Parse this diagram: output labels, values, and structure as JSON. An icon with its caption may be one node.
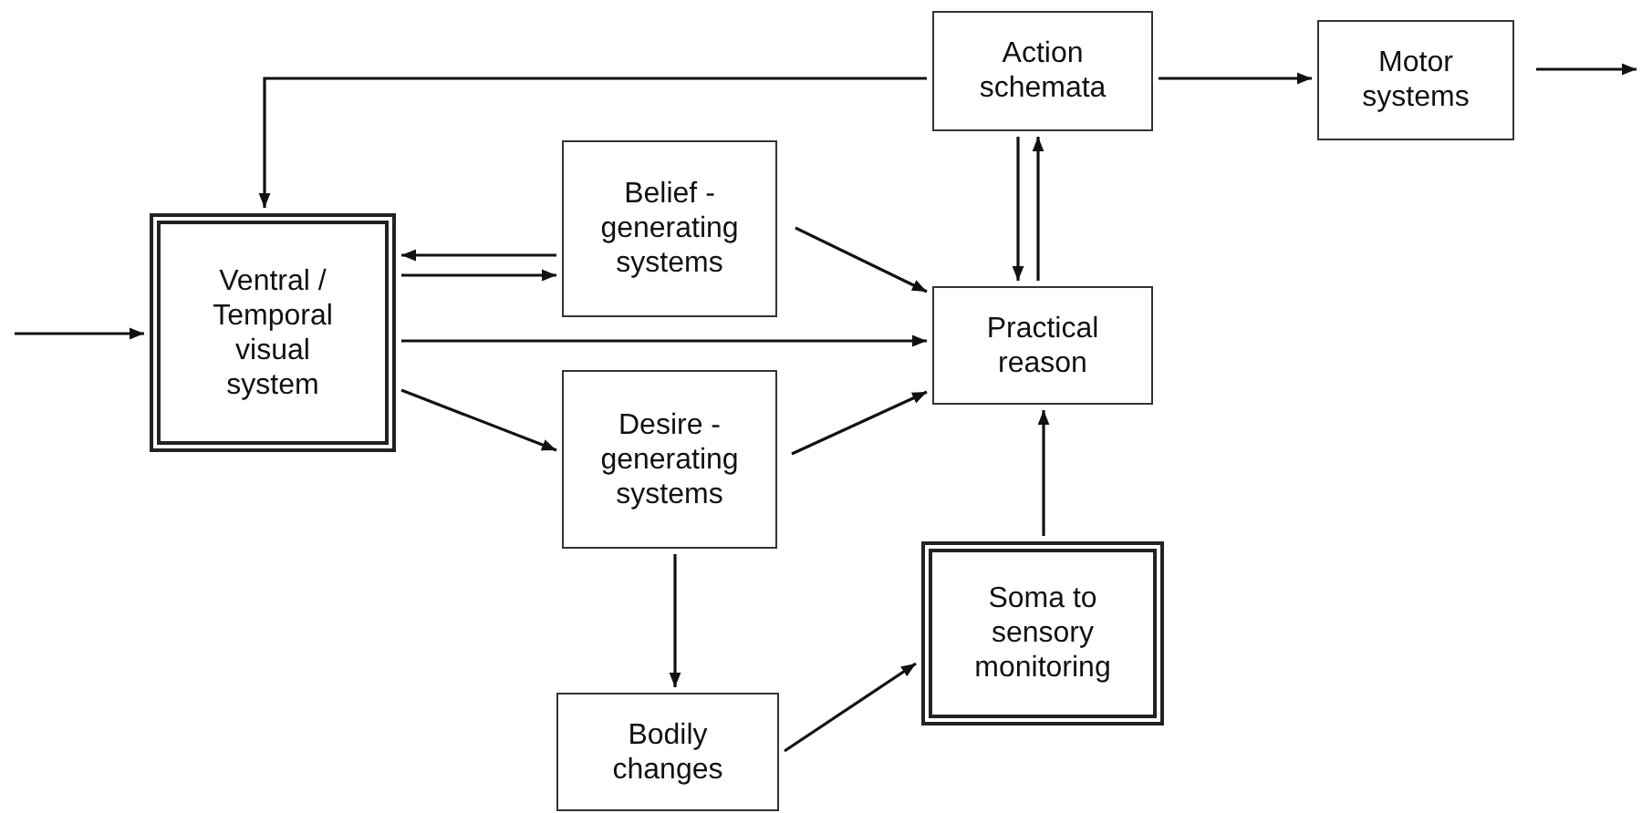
{
  "diagram": {
    "nodes": [
      {
        "text": [
          "Ventral / Temporal visual system"
        ]
      },
      {
        "text": [
          "Belief - generating systems"
        ]
      },
      {
        "text": [
          "Desire - generating systems"
        ]
      },
      {
        "text": [
          "Action schemata"
        ]
      },
      {
        "text": [
          "Practical reason"
        ]
      },
      {
        "text": [
          "Motor systems"
        ]
      },
      {
        "text": [
          "Soma to sensory monitoring"
        ]
      },
      {
        "text": [
          "Bodily changes"
        ]
      }
    ],
    "edges": [
      {
        "from": null,
        "to": 0,
        "arrow": "to"
      },
      {
        "from": 3,
        "to": 0,
        "arrow": "to"
      },
      {
        "from": 1,
        "to": 0,
        "arrow": "to"
      },
      {
        "from": 0,
        "to": 1,
        "arrow": "to"
      },
      {
        "from": 0,
        "to": 4,
        "arrow": "to"
      },
      {
        "from": 1,
        "to": 4,
        "arrow": "to"
      },
      {
        "from": 2,
        "to": 4,
        "arrow": "to"
      },
      {
        "from": 0,
        "to": 2,
        "arrow": "to"
      },
      {
        "from": 3,
        "to": 4,
        "arrow": "to"
      },
      {
        "from": 4,
        "to": 3,
        "arrow": "to"
      },
      {
        "from": 3,
        "to": 5,
        "arrow": "to"
      },
      {
        "from": 5,
        "to": null,
        "arrow": "to"
      },
      {
        "from": 2,
        "to": 7,
        "arrow": "to"
      },
      {
        "from": 7,
        "to": 6,
        "arrow": "to"
      },
      {
        "from": 6,
        "to": 4,
        "arrow": "to"
      }
    ]
  }
}
